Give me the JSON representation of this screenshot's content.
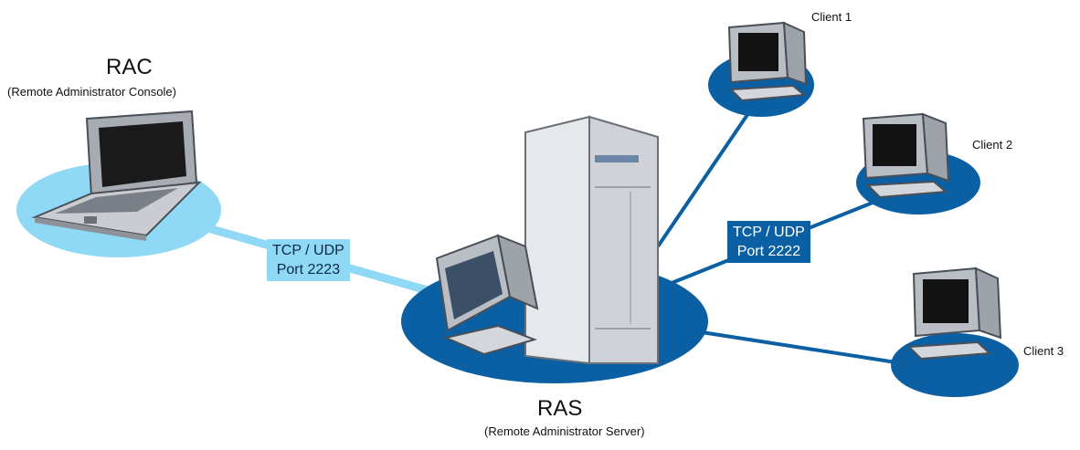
{
  "rac": {
    "title": "RAC",
    "subtitle": "(Remote Administrator Console)"
  },
  "ras": {
    "title": "RAS",
    "subtitle": "(Remote Administrator Server)"
  },
  "links": {
    "console": {
      "line1": "TCP / UDP",
      "line2": "Port 2223"
    },
    "clients": {
      "line1": "TCP / UDP",
      "line2": "Port 2222"
    }
  },
  "clients": [
    "Client 1",
    "Client 2",
    "Client 3"
  ],
  "colors": {
    "light_blue": "#8fd8f6",
    "dark_blue": "#0b5fa3",
    "server_grey": "#cfd3d8"
  }
}
